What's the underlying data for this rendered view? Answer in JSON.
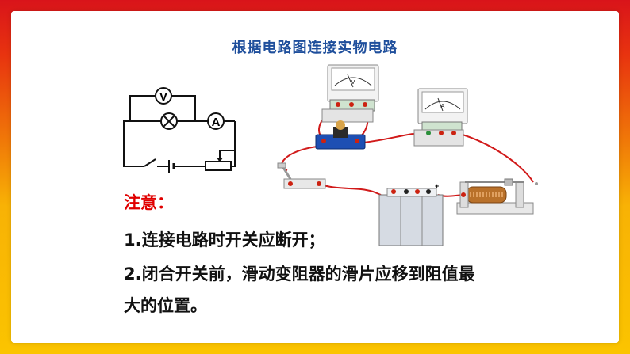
{
  "slide": {
    "title": "根据电路图连接实物电路",
    "note_heading": "注意：",
    "note_line1": "1.连接电路时开关应断开；",
    "note_line2": "2.闭合开关前，滑动变阻器的滑片应移到阻值最",
    "note_line3": "大的位置。"
  },
  "schematic": {
    "voltmeter_symbol": "V",
    "ammeter_symbol": "A"
  },
  "apparatus": {
    "voltmeter_dial_letter": "V",
    "ammeter_dial_letter": "A",
    "battery_plus": "+"
  },
  "colors": {
    "frame_red": "#d9141a",
    "frame_yellow": "#fbc400",
    "title_blue": "#1f4f9c",
    "note_red": "#e00000",
    "wire_red": "#d11a1a"
  }
}
